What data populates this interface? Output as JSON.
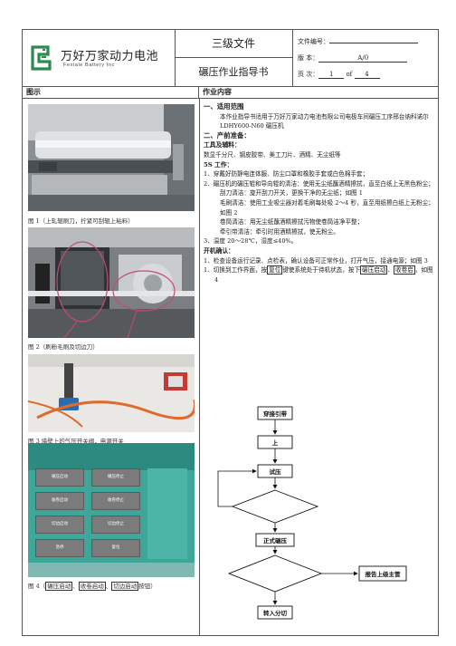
{
  "header": {
    "company_cn": "万好万家动力电池",
    "company_en": "Fexiale Battery Inc",
    "doc_level": "三级文件",
    "doc_title": "碾压作业指导书",
    "doc_no_label": "文件编号：",
    "doc_no_value": "",
    "version_label": "版    本：",
    "version_value": "A/0",
    "page_label": "页    次：",
    "page_current": "1",
    "page_of": "of",
    "page_total": "4"
  },
  "columns": {
    "left": "图示",
    "right": "作业内容"
  },
  "captions": {
    "fig1": "图 1（上轧辊刷刀，拧紧可刮辊上粘料）",
    "fig2": "图 2（刷粉毛刷及切边刀）",
    "fig3": "图 3 墙壁上的气压开关阀，电源开关",
    "fig4_prefix": "图 4（",
    "fig4_b1": "碾压启动",
    "fig4_sep1": "、",
    "fig4_b2": "收卷启动",
    "fig4_sep2": "、",
    "fig4_b3": "切边启动",
    "fig4_suffix": "按钮）"
  },
  "panel": {
    "buttons": [
      "碾压启动",
      "碾压停止",
      "收卷启动",
      "收卷停止",
      "切边启动",
      "切边停止",
      "急停",
      "复位"
    ]
  },
  "content": {
    "s1_title": "一、适用范围",
    "s1_text": "本作业指导书适用于万好万家动力电池有限公司电极车间碾压工序邢台纳科诺尔 LDHY600-N60 碾压机",
    "s2_title": "二、产前准备：",
    "tools_title": "工具及辅料：",
    "tools_text": "数显千分尺、钢皮胶带、美工刀片、酒精、无尘纸等",
    "s5_title": "5S 工作：",
    "s5_1": "1、穿戴好防静电连体服、防尘口罩和橡胶手套或白色棉手套；",
    "s5_2": "2、碾压机的碾压辊和导向辊的清洁：使用无尘纸蘸酒精擦拭，直至白纸上无黑色粉尘；",
    "s5_2a": "刮刀清洁：旋开刮刀开关，更换干净的无尘纸；如图 1",
    "s5_2b": "毛刷清洁：使用工业吸尘器对着毛刷每处吸 2～4 秒，直至用纸擦白纸上无粉尘；如图 2",
    "s5_2c": "卷筒清洁：用无尘纸蘸酒精擦拭污物使卷筒洁净平整；",
    "s5_2d": "牵引带清洁：牵引时用酒精擦拭，使无粉尘。",
    "s5_3": "3、温度 20～28℃，湿度≤40%。",
    "boot_title": "开机确认：",
    "boot_1": "1、检查设备运行记录、点检表，确认设备可正常作业，打开气压，接通电源；如图 3",
    "boot_2_a": "1、切换到工作界面，按",
    "boot_2_b1": "复位",
    "boot_2_c": "键使系统处于待机状态，按下",
    "boot_2_b2": "碾压启动",
    "boot_2_d": "、",
    "boot_2_b3": "收卷启",
    "boot_2_e": "，如图 4"
  },
  "flowchart": {
    "start": "穿接引带",
    "step1": "上",
    "step2": "试压",
    "step3": "正式碾压",
    "report": "报告上级主管",
    "end": "转入分切"
  }
}
